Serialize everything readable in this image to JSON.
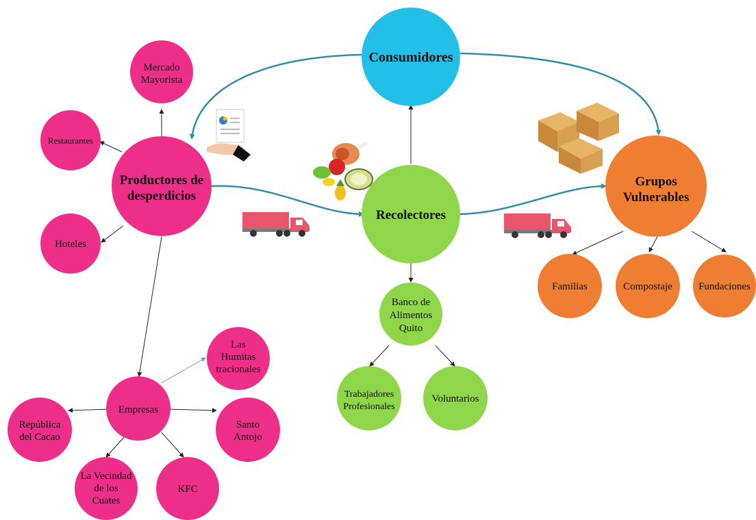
{
  "colors": {
    "pink": "#ee2f8a",
    "blue": "#22bfe8",
    "green": "#8fd64a",
    "orange": "#ef7e32",
    "teal_arrow": "#2d8fa8",
    "thin_arrow": "#222222",
    "link_blue": "#6a9fcf"
  },
  "nodes": {
    "consumidores": "Consumidores",
    "productores": [
      "Productores de",
      "desperdicios"
    ],
    "recolectores": "Recolectores",
    "grupos": [
      "Grupos",
      "Vulnerables"
    ],
    "mercado": [
      "Mercado",
      "Mayorista"
    ],
    "restaurantes": "Restaurantes",
    "hoteles": "Hoteles",
    "empresas": "Empresas",
    "humitas": [
      "Las",
      "Humitas",
      "tracionales"
    ],
    "republica": [
      "República",
      "del Cacao"
    ],
    "santo": [
      "Santo",
      "Antojo"
    ],
    "vecindad": [
      "La Vecindad",
      "de los",
      "Cuates"
    ],
    "kfc": "KFC",
    "banco": [
      "Banco de",
      "Alimentos",
      "Quito"
    ],
    "trabajadores": [
      "Trabajadores",
      "Profesionales"
    ],
    "voluntarios": "Voluntarios",
    "familias": "Familias",
    "compostaje": "Compostaje",
    "fundaciones": "Fundaciones"
  },
  "icons": [
    "report-hand-icon",
    "food-icon",
    "boxes-icon",
    "truck-icon"
  ]
}
